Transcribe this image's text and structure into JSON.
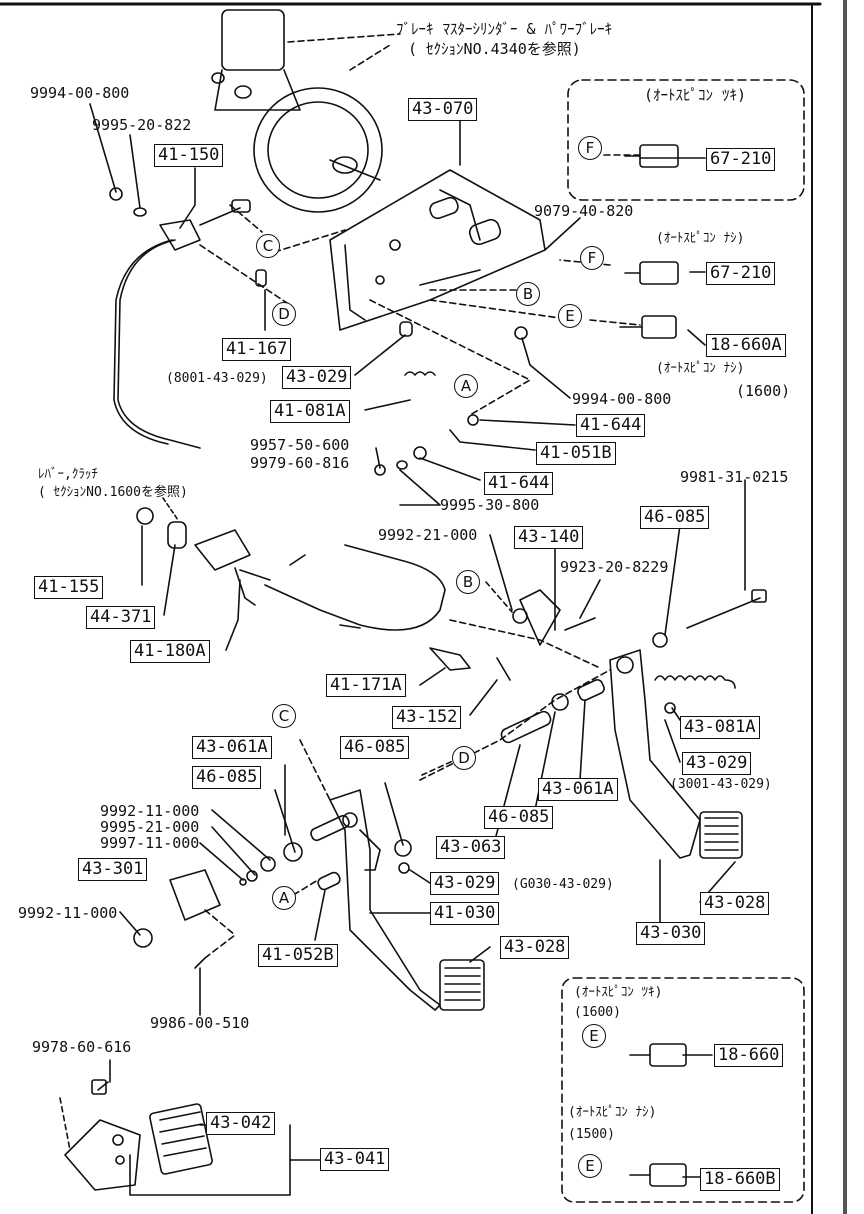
{
  "top_note": {
    "line1": "ﾌﾞﾚｰｷ ﾏｽﾀｰｼﾘﾝﾀﾞｰ & ﾊﾟﾜｰﾌﾞﾚｰｷ",
    "line2": "( ｾｸｼｮﾝNO.4340を参照)"
  },
  "clutch_note": {
    "line1": "ﾚﾊﾞｰ,ｸﾗｯﾁ",
    "line2": "( ｾｸｼｮﾝNO.1600を参照)"
  },
  "opt_with_1": "(ｵｰﾄｽﾋﾟｺﾝ ﾂｷ)",
  "opt_without_1": "(ｵｰﾄｽﾋﾟｺﾝ ﾅｼ)",
  "opt_without_2": "(ｵｰﾄｽﾋﾟｺﾝ ﾅｼ)",
  "opt_1600": "(1600)",
  "opt_with_2": "(ｵｰﾄｽﾋﾟｺﾝ ﾂｷ)",
  "opt_1600_b": "(1600)",
  "opt_without_3": "(ｵｰﾄｽﾋﾟｺﾝ ﾅｼ)",
  "opt_1500": "(1500)",
  "boxed": {
    "p43_070": "43-070",
    "p41_150": "41-150",
    "p67_210_a": "67-210",
    "p67_210_b": "67-210",
    "p18_660a": "18-660A",
    "p41_167": "41-167",
    "p43_029_a": "43-029",
    "p41_081a": "41-081A",
    "p41_644_a": "41-644",
    "p41_051b": "41-051B",
    "p41_644_b": "41-644",
    "p46_085_a": "46-085",
    "p43_140": "43-140",
    "p41_155": "41-155",
    "p44_371": "44-371",
    "p41_180a": "41-180A",
    "p41_171a": "41-171A",
    "p43_152": "43-152",
    "p43_081a": "43-081A",
    "p43_029_b": "43-029",
    "p43_061a_a": "43-061A",
    "p46_085_b": "46-085",
    "p46_085_c": "46-085",
    "p43_061a_b": "43-061A",
    "p46_085_d": "46-085",
    "p43_301": "43-301",
    "p43_063": "43-063",
    "p43_029_c": "43-029",
    "p41_030": "41-030",
    "p43_028_a": "43-028",
    "p43_030": "43-030",
    "p41_052b": "41-052B",
    "p43_028_b": "43-028",
    "p18_660": "18-660",
    "p43_042": "43-042",
    "p43_041": "43-041",
    "p18_660b": "18-660B"
  },
  "plain": {
    "n9994_00_800_a": "9994-00-800",
    "n9995_20_822": "9995-20-822",
    "n9079_40_820": "9079-40-820",
    "n9994_00_800_b": "9994-00-800",
    "n1600": "(1600)",
    "n9957_50_600": "9957-50-600",
    "n9979_60_816": "9979-60-816",
    "n9995_30_800": "9995-30-800",
    "n9981_31_0215": "9981-31-0215",
    "n9992_21_000": "9992-21-000",
    "n9923_20_8229": "9923-20-8229",
    "n9992_11_000_a": "9992-11-000",
    "n9995_21_000": "9995-21-000",
    "n9997_11_000": "9997-11-000",
    "n9992_11_000_b": "9992-11-000",
    "n9986_00_510": "9986-00-510",
    "n9978_60_616": "9978-60-616"
  },
  "small": {
    "s8001": "(8001-43-029)",
    "s3001": "(3001-43-029)",
    "s6030": "(G030-43-029)"
  },
  "circles": {
    "c_top": "C",
    "d_top": "D",
    "f_top": "F",
    "f_mid": "F",
    "b_top": "B",
    "e_top": "E",
    "a_top": "A",
    "b_mid": "B",
    "d_mid": "D",
    "c_mid": "C",
    "a_low": "A",
    "e_box1": "E",
    "e_box2": "E"
  }
}
